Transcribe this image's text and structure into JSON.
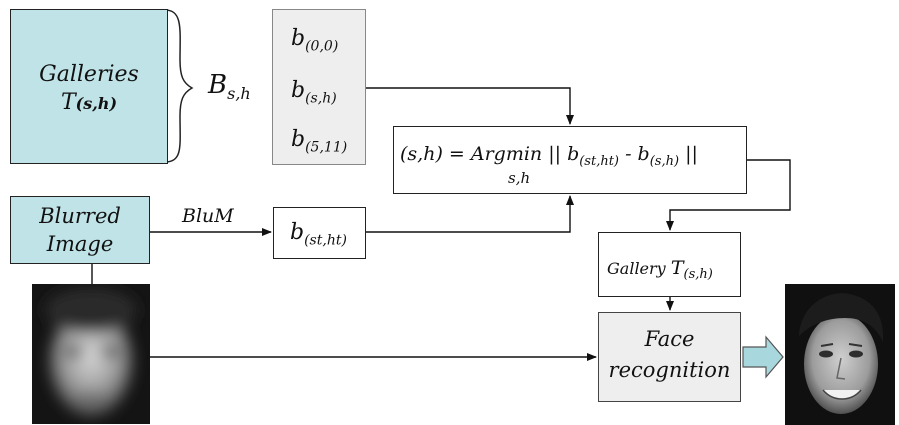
{
  "galleries": {
    "line1": "Galleries",
    "line2": "T",
    "line2_sub": "(s,h)"
  },
  "bset": {
    "symbol": "B",
    "sub": "s,h"
  },
  "bvec": {
    "b00": {
      "base": "b",
      "sub": "(0,0)"
    },
    "bsh": {
      "base": "b",
      "sub": "(s,h)"
    },
    "b511": {
      "base": "b",
      "sub": "(5,11)"
    }
  },
  "blurred": {
    "line1": "Blurred",
    "line2": "Image"
  },
  "blum_label": "BluM",
  "bsth": {
    "base": "b",
    "sub": "(st,ht)"
  },
  "argmin": {
    "lhs": "(s,h) = Argmin",
    "under": "s,h",
    "bar_open": "||",
    "b1": "b",
    "b1_sub": "(st,ht)",
    "minus": "-",
    "b2": "b",
    "b2_sub": "(s,h)",
    "bar_close": "||"
  },
  "gallery_out": {
    "label": "Gallery",
    "T": "T",
    "sub": "(s,h)"
  },
  "face_recognition": {
    "line1": "Face",
    "line2": "recognition"
  },
  "colors": {
    "teal": "#bfe3e7",
    "grey": "#eeeeee",
    "arrow_fill": "#a8d8dd"
  }
}
